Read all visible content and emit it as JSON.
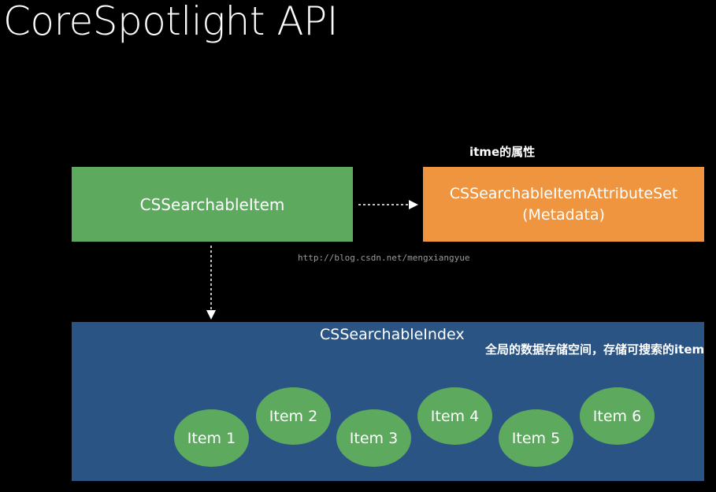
{
  "title": "CoreSpotlight API",
  "searchable_item": {
    "label": "CSSearchableItem"
  },
  "attribute_set": {
    "line1": "CSSearchableItemAttributeSet",
    "line2": "(Metadata)",
    "note": "itme的属性"
  },
  "watermark": "http://blog.csdn.net/mengxiangyue",
  "index": {
    "label": "CSSearchableIndex",
    "description": "全局的数据存储空间，存储可搜索的item",
    "items": [
      "Item 1",
      "Item 2",
      "Item 3",
      "Item 4",
      "Item 5",
      "Item 6"
    ]
  },
  "colors": {
    "green": "#5daa5f",
    "orange": "#ef9540",
    "blue": "#2a5484",
    "background": "#000000"
  }
}
